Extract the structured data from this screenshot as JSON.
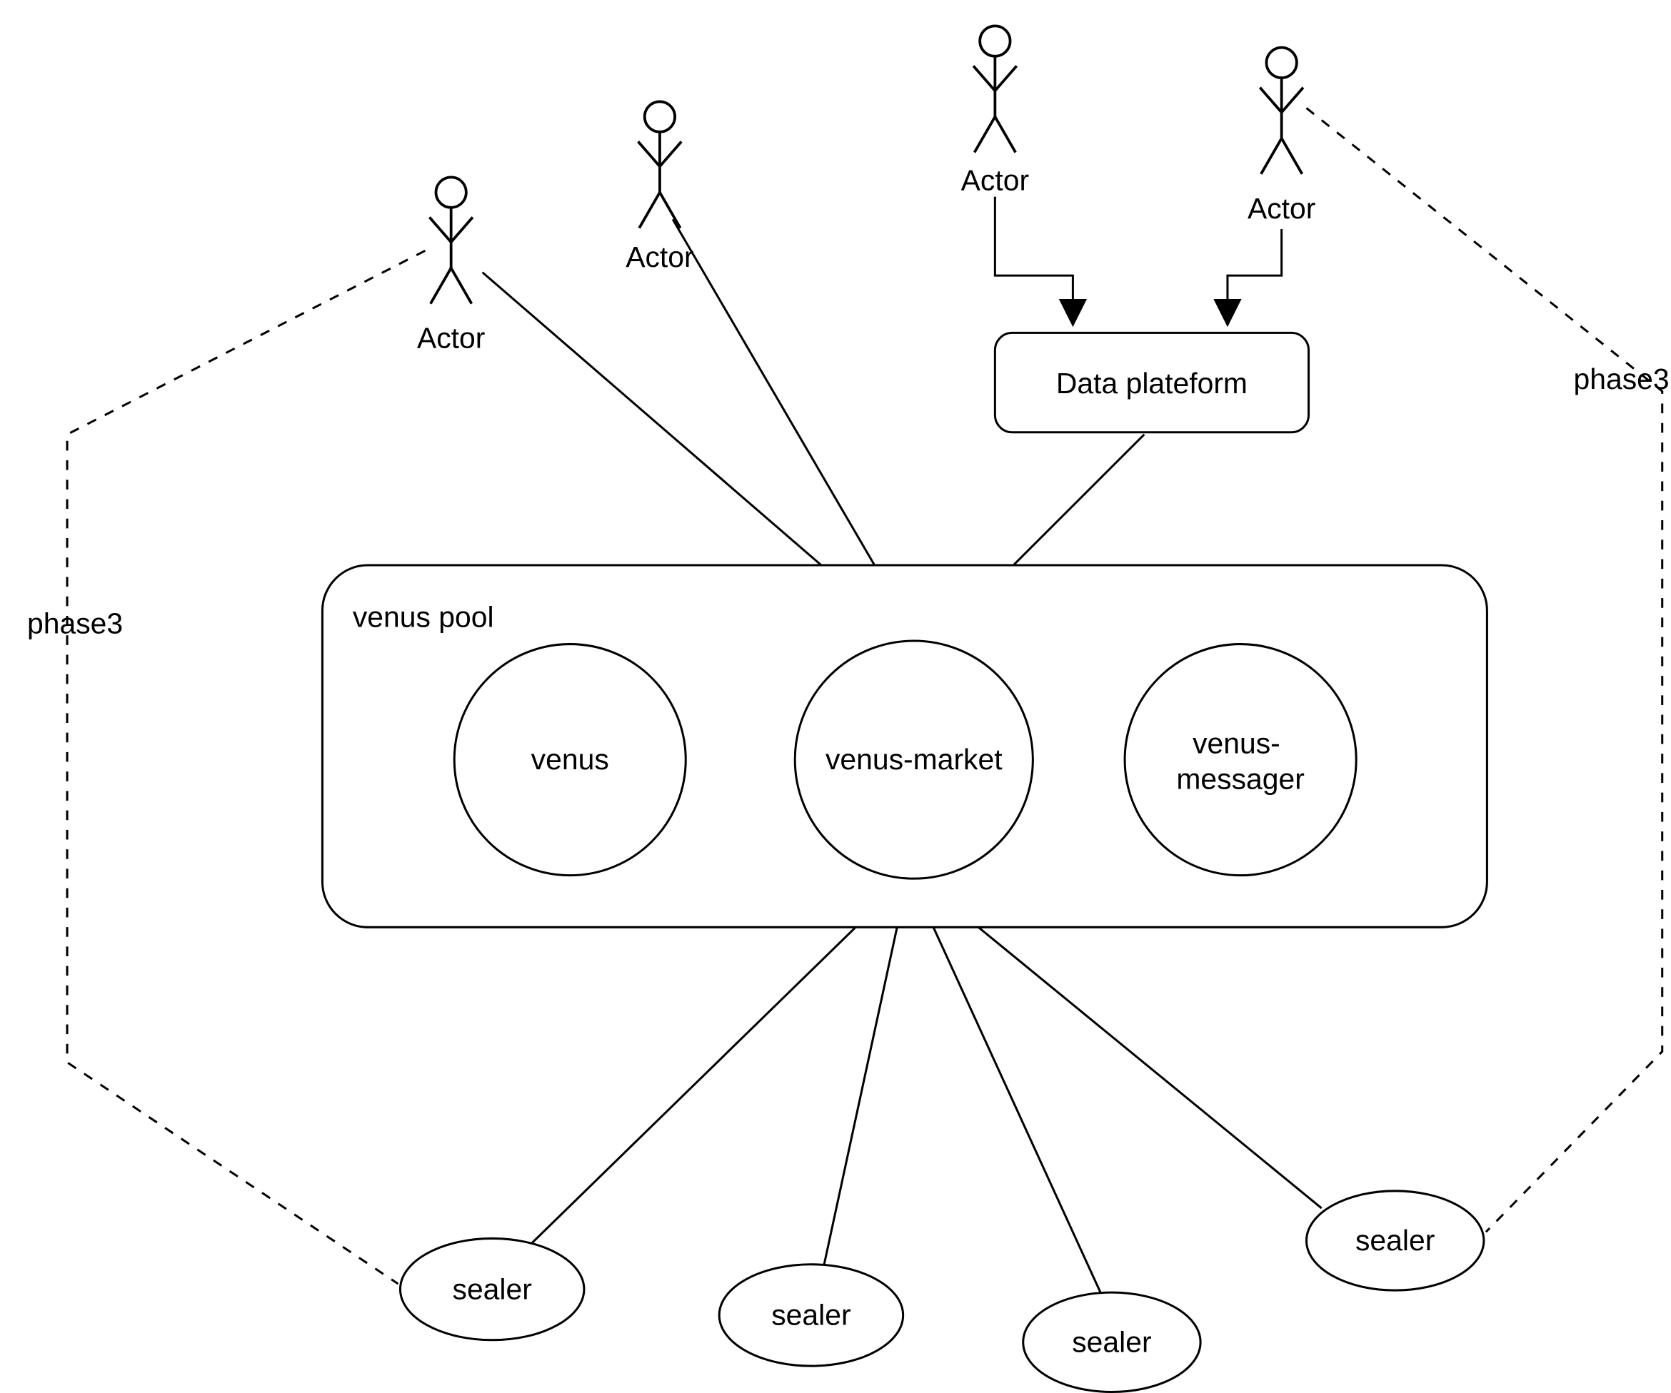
{
  "diagram": {
    "background_color": "#ffffff",
    "stroke_color": "#000000",
    "actors": [
      {
        "label": "Actor"
      },
      {
        "label": "Actor"
      },
      {
        "label": "Actor"
      },
      {
        "label": "Actor"
      }
    ],
    "data_platform": {
      "label": "Data plateform"
    },
    "venus_pool": {
      "label": "venus pool",
      "nodes": [
        {
          "label": "venus"
        },
        {
          "label": "venus-market"
        },
        {
          "label": "venus-messager",
          "line1": "venus-",
          "line2": "messager"
        }
      ]
    },
    "sealers": [
      {
        "label": "sealer"
      },
      {
        "label": "sealer"
      },
      {
        "label": "sealer"
      },
      {
        "label": "sealer"
      }
    ],
    "phase_labels": [
      {
        "label": "phase3"
      },
      {
        "label": "phase3"
      }
    ]
  }
}
